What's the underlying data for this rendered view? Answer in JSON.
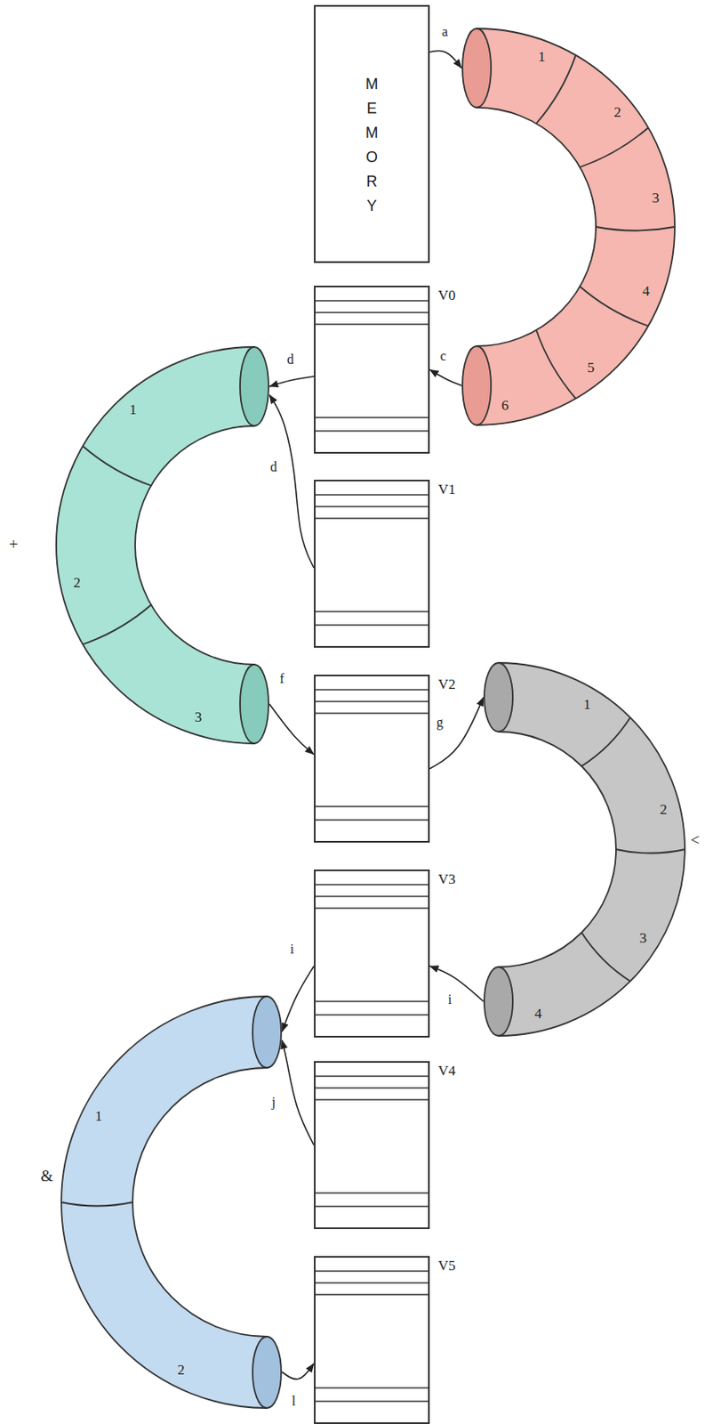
{
  "diagram": {
    "nodes": [
      {
        "text": [
          "M E M O R Y"
        ]
      },
      {
        "text": [
          "1",
          "2",
          "3",
          "4",
          "5",
          "6"
        ]
      },
      {
        "text": [
          "V0"
        ]
      },
      {
        "text": [
          "1",
          "2",
          "3"
        ]
      },
      {
        "text": [
          "V1"
        ]
      },
      {
        "text": [
          "V2"
        ]
      },
      {
        "text": [
          "1",
          "2",
          "3",
          "4"
        ]
      },
      {
        "text": [
          "V3"
        ]
      },
      {
        "text": [
          "1",
          "2"
        ]
      },
      {
        "text": [
          "V4"
        ]
      },
      {
        "text": [
          "V5"
        ]
      }
    ],
    "edges": [
      {
        "from": 0,
        "to": 1,
        "arrow": "to",
        "label": "a"
      },
      {
        "from": 1,
        "to": 2,
        "arrow": "to",
        "label": "c"
      },
      {
        "from": 2,
        "to": 3,
        "arrow": "to",
        "label": "d"
      },
      {
        "from": 4,
        "to": 3,
        "arrow": "to",
        "label": "d"
      },
      {
        "from": 3,
        "to": 5,
        "arrow": "to",
        "label": "f"
      },
      {
        "from": 5,
        "to": 6,
        "arrow": "to",
        "label": "g"
      },
      {
        "from": 6,
        "to": 7,
        "arrow": "to",
        "label": "i"
      },
      {
        "from": 7,
        "to": 8,
        "arrow": "to",
        "label": "i"
      },
      {
        "from": 9,
        "to": 8,
        "arrow": "to",
        "label": "j"
      },
      {
        "from": 8,
        "to": 10,
        "arrow": "to",
        "label": "l"
      }
    ],
    "labels": [
      "+",
      "<",
      "&"
    ]
  }
}
